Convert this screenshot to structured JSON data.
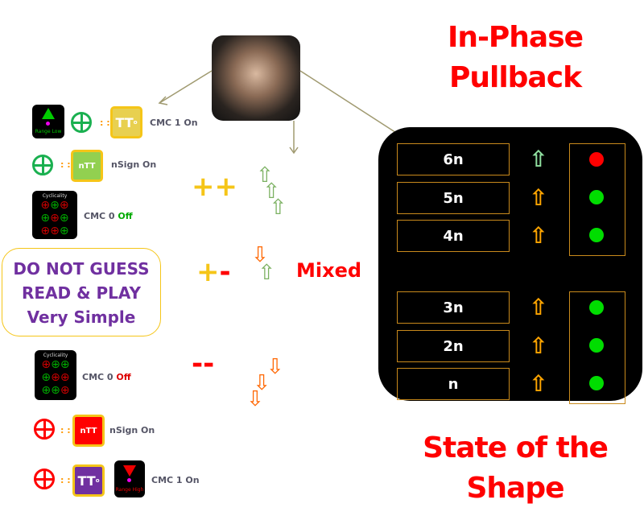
{
  "title_top": [
    "In-Phase",
    "Pullback"
  ],
  "title_bottom": [
    "State of the",
    "Shape"
  ],
  "note": [
    "DO NOT GUESS",
    "READ & PLAY",
    "Very Simple"
  ],
  "legend": {
    "range_low": "Range Low",
    "range_high": "Range High",
    "cyclicality": "Cyclicality",
    "tt": "TT",
    "tt_sub": "o",
    "ntt": "nTT",
    "sep": ": :",
    "cmc1_on": "CMC 1 On",
    "nsign_on": "nSign On",
    "cmc0": "CMC 0",
    "off": "Off"
  },
  "signals": {
    "plus_plus": "++",
    "plus_minus": [
      "+",
      "-"
    ],
    "mixed": "Mixed",
    "minus_minus": "--"
  },
  "rows": [
    {
      "label": "6n",
      "arrow": "up",
      "arrow_color": "#90e0a0",
      "light": "#ff0000"
    },
    {
      "label": "5n",
      "arrow": "up",
      "arrow_color": "#ffa500",
      "light": "#00dd00"
    },
    {
      "label": "4n",
      "arrow": "up",
      "arrow_color": "#ffa500",
      "light": "#00dd00"
    },
    {
      "label": "3n",
      "arrow": "up",
      "arrow_color": "#ffa500",
      "light": "#00dd00"
    },
    {
      "label": "2n",
      "arrow": "up",
      "arrow_color": "#ffa500",
      "light": "#00dd00"
    },
    {
      "label": "n",
      "arrow": "up",
      "arrow_color": "#ffa500",
      "light": "#00dd00"
    }
  ]
}
